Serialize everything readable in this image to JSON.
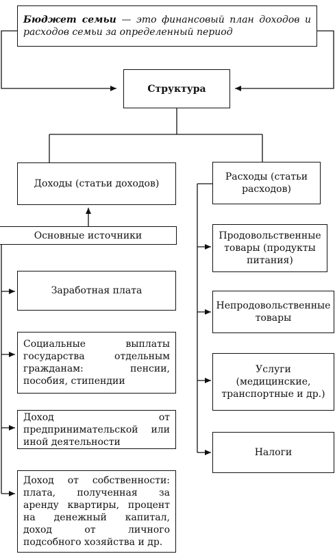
{
  "definition": {
    "term": "Бюджет семьи",
    "text": " — это финансовый план доходов и расходов семьи за определенный период"
  },
  "structure": "Структура",
  "income": {
    "title": "Доходы (статьи доходов)",
    "sources_label": "Основные источники",
    "items": [
      "Заработная плата",
      "Социальные выплаты государства отдельным гражданам: пенсии, пособия, стипендии",
      "Доход от предпринимательской или иной деятельности",
      "Доход от собственности: плата, полученная за аренду квартиры, процент на денежный капитал, доход от личного подсобного хозяйства и др."
    ]
  },
  "expenses": {
    "title": "Расходы (статьи расходов)",
    "items": [
      "Продовольственные товары (продукты питания)",
      "Непродовольственные товары",
      "Услуги (медицинские, транспортные и др.)",
      "Налоги"
    ]
  }
}
